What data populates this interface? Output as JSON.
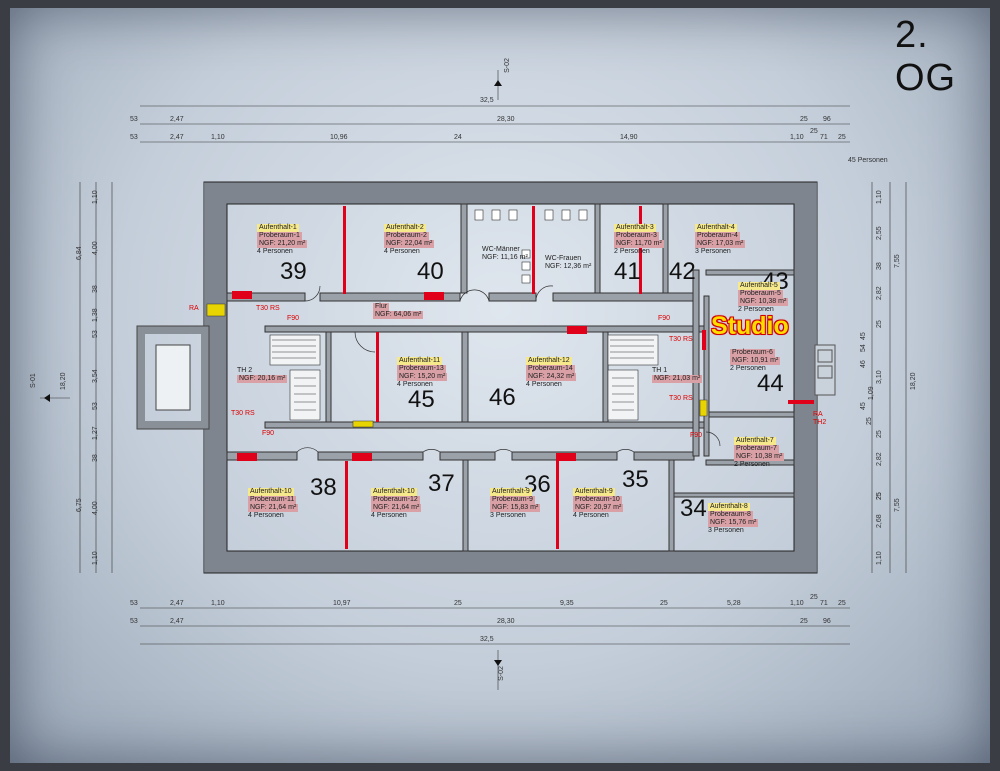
{
  "floor_label": "2. OG",
  "section_marks": {
    "top": "S-02",
    "bottom": "S-02",
    "left": "S-01"
  },
  "top_dims_row1": [
    "53",
    "2,47",
    "28,30",
    "25",
    "96"
  ],
  "top_total": "32,5",
  "top_dims_row2": [
    "53",
    "2,47",
    "1,10",
    "10,96",
    "24",
    "14,90",
    "1,10",
    "25",
    "71",
    "25"
  ],
  "bottom_dims_row1": [
    "53",
    "2,47",
    "1,10",
    "10,97",
    "25",
    "9,35",
    "25",
    "5,28",
    "1,10",
    "25",
    "71",
    "25"
  ],
  "bottom_dims_row2": [
    "53",
    "2,47",
    "28,30",
    "25",
    "96"
  ],
  "bottom_total": "32,5",
  "left_dims": [
    "1,10",
    "4,00",
    "38",
    "1,38",
    "53",
    "3,54",
    "53",
    "1,27",
    "38",
    "4,00",
    "1,10"
  ],
  "left_dims_outer": [
    "6,84",
    "18,20",
    "6,75"
  ],
  "right_dims": [
    "1,10",
    "2,55",
    "38",
    "2,82",
    "25",
    "3,10",
    "25",
    "2,82",
    "25",
    "2,68",
    "25",
    "1,10"
  ],
  "right_dims_outer": [
    "7,55",
    "18,20",
    "7,55"
  ],
  "right_small": [
    "46",
    "54",
    "45",
    "45",
    "25",
    "1,09"
  ],
  "persons_note": "45 Personen",
  "rooms": [
    {
      "num": "39",
      "a": "Aufenthalt-1",
      "p": "Proberaum-1",
      "n": "NGF: 21,20 m²",
      "c": "4 Personen"
    },
    {
      "num": "40",
      "a": "Aufenthalt-2",
      "p": "Proberaum-2",
      "n": "NGF: 22,04 m²",
      "c": "4 Personen"
    },
    {
      "num": "41",
      "a": "Aufenthalt-3",
      "p": "Proberaum-3",
      "n": "NGF: 11,70 m²",
      "c": "2 Personen"
    },
    {
      "num": "42",
      "a": "Aufenthalt-4",
      "p": "Proberaum-4",
      "n": "NGF: 17,03 m²",
      "c": "3 Personen"
    },
    {
      "num": "43",
      "a": "Aufenthalt-5",
      "p": "Proberaum-5",
      "n": "NGF: 10,38 m²",
      "c": "2 Personen"
    },
    {
      "num": "44",
      "a": "",
      "p": "Proberaum-6",
      "n": "NGF: 10,91 m²",
      "c": "2 Personen"
    },
    {
      "num": "34",
      "a": "Aufenthalt-8",
      "p": "Proberaum-8",
      "n": "NGF: 15,76 m²",
      "c": "3 Personen"
    },
    {
      "num": "35",
      "a": "Aufenthalt-9",
      "p": "Proberaum-10",
      "n": "NGF: 20,97 m²",
      "c": "4 Personen"
    },
    {
      "num": "36",
      "a": "Aufenthalt-9",
      "p": "Proberaum-9",
      "n": "NGF: 15,83 m²",
      "c": "3 Personen"
    },
    {
      "num": "37",
      "a": "Aufenthalt-10",
      "p": "Proberaum-12",
      "n": "NGF: 21,64 m²",
      "c": "4 Personen"
    },
    {
      "num": "38",
      "a": "Aufenthalt-10",
      "p": "Proberaum-11",
      "n": "NGF: 21,64 m²",
      "c": "4 Personen"
    },
    {
      "num": "45",
      "a": "Aufenthalt-11",
      "p": "Proberaum-13",
      "n": "NGF: 15,20 m²",
      "c": "4 Personen"
    },
    {
      "num": "46",
      "a": "Aufenthalt-12",
      "p": "Proberaum-14",
      "n": "NGF: 24,32 m²",
      "c": "4 Personen"
    }
  ],
  "room7": {
    "a": "Aufenthalt-7",
    "p": "Proberaum-7",
    "n": "NGF: 10,38 m²",
    "c": "2 Personen"
  },
  "flur": {
    "p": "Flur",
    "n": "NGF: 64,06 m²"
  },
  "wc_m": {
    "t": "WC-Männer",
    "n": "NGF: 11,16 m²"
  },
  "wc_f": {
    "t": "WC-Frauen",
    "n": "NGF: 12,36 m²"
  },
  "th1": {
    "t": "TH 1",
    "n": "NGF: 21,03 m²"
  },
  "th2": {
    "t": "TH 2",
    "n": "NGF: 20,16 m²"
  },
  "doors": {
    "t30": "T30 RS",
    "f90": "F90",
    "ra": "RA",
    "th2": "TH2"
  },
  "studio_label": "Studio",
  "colors": {
    "wall": "#8a9098",
    "fire": "#e0001a",
    "highlight": "#f0e000",
    "text": "#111111"
  }
}
